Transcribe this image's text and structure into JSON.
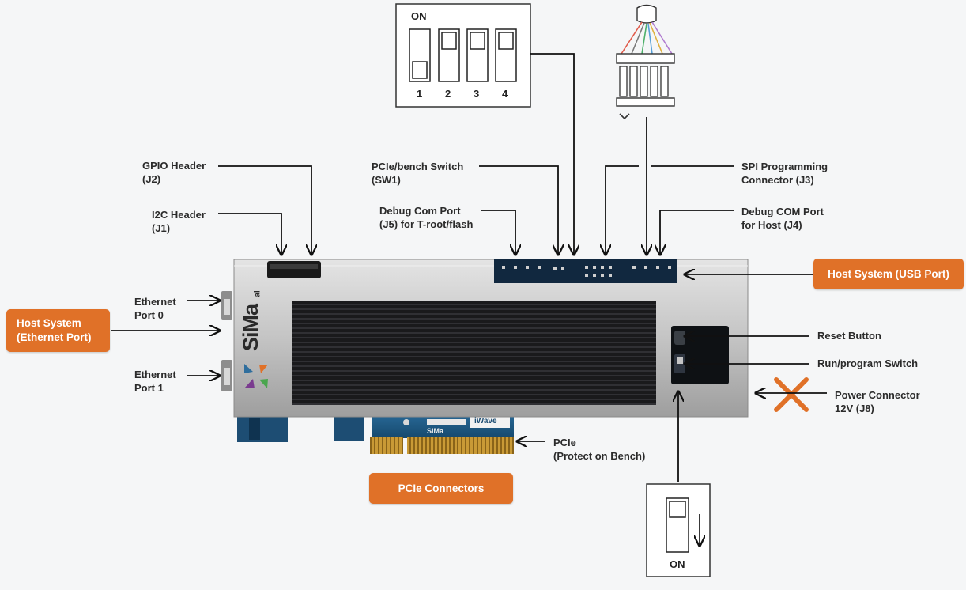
{
  "labels": {
    "gpio_header": "GPIO Header\n(J2)",
    "i2c_header": "I2C Header\n(J1)",
    "pcie_bench_switch": "PCIe/bench Switch\n(SW1)",
    "debug_com_t_root": "Debug Com Port\n(J5) for T-root/flash",
    "spi_programming": "SPI Programming\nConnector (J3)",
    "debug_com_host": "Debug COM Port\nfor Host (J4)",
    "ethernet_port_0": "Ethernet\nPort 0",
    "ethernet_port_1": "Ethernet\nPort 1",
    "reset_button": "Reset Button",
    "run_program_switch": "Run/program Switch",
    "power_connector": "Power Connector\n12V (J8)",
    "pcie_protect": "PCIe\n(Protect on Bench)"
  },
  "callouts": {
    "host_usb": "Host System (USB Port)",
    "host_ethernet": "Host System\n(Ethernet Port)",
    "pcie_connectors": "PCIe Connectors"
  },
  "dip_switch": {
    "on_label": "ON",
    "numbers": [
      "1",
      "2",
      "3",
      "4"
    ]
  },
  "run_switch": {
    "on_label": "ON"
  },
  "brand": {
    "logo_text": "SiMa",
    "logo_super": "ai",
    "pcb_brand": "SiMa",
    "pcb_vendor": "iWave"
  },
  "colors": {
    "accent_orange": "#e07128",
    "board_silver": "#c9c9c9",
    "heatsink": "#1c1c1e",
    "pcb_blue": "#1e5a85",
    "text": "#2b2b2b"
  }
}
